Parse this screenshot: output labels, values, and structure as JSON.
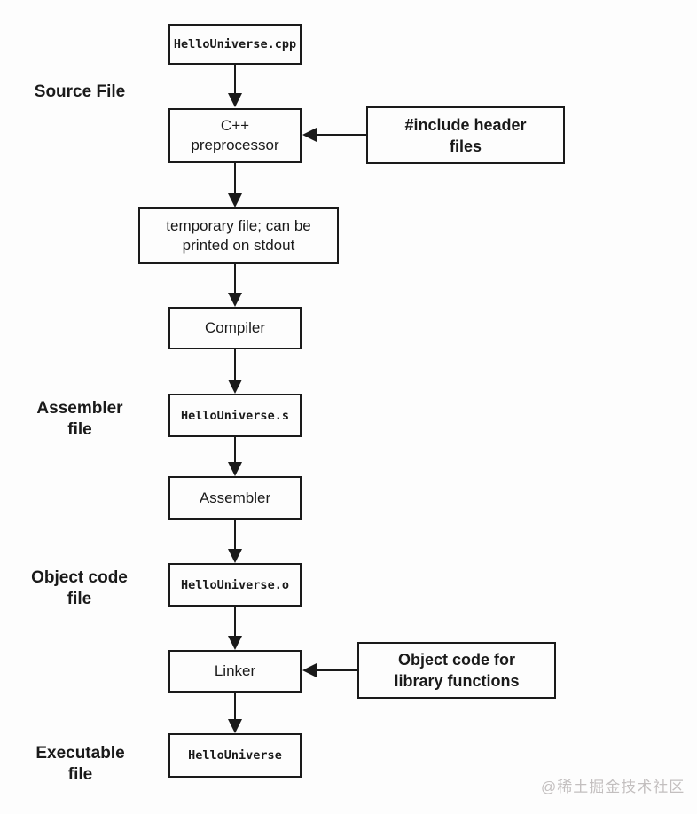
{
  "nodes": {
    "source_file": "HelloUniverse.cpp",
    "preprocessor": "C++\npreprocessor",
    "include_headers": "#include header\nfiles",
    "temp_file": "temporary file; can be\nprinted on stdout",
    "compiler": "Compiler",
    "assembly_file": "HelloUniverse.s",
    "assembler": "Assembler",
    "object_file": "HelloUniverse.o",
    "linker": "Linker",
    "library_objects": "Object code for\nlibrary functions",
    "executable": "HelloUniverse"
  },
  "side_labels": {
    "source": "Source File",
    "assembler": "Assembler\nfile",
    "object": "Object code\nfile",
    "executable": "Executable\nfile"
  },
  "watermark": "@稀土掘金技术社区",
  "colors": {
    "stroke": "#1a1a1a",
    "background": "#fdfdfd",
    "watermark": "#c3bfbf"
  }
}
